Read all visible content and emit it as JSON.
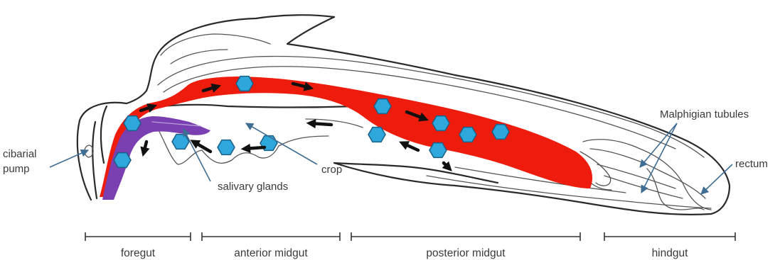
{
  "labels": {
    "cibarial_pump": [
      "cibarial",
      "pump"
    ],
    "salivary_glands": "salivary glands",
    "crop": "crop",
    "malpighian_tubules": "Malphigian tubules",
    "rectum": "rectum"
  },
  "segments": [
    "foregut",
    "anterior midgut",
    "posterior midgut",
    "hindgut"
  ],
  "colors": {
    "midgut_lumen": "#ee1c0c",
    "salivary_gland": "#7a3fb0",
    "parasite": "#2ea7dc",
    "parasite_outline": "#1a5f86",
    "flow_arrow": "#111111",
    "label_pointer": "#3f6d93"
  },
  "icons": {
    "parasite": "hexagon",
    "flow": "arrow"
  }
}
